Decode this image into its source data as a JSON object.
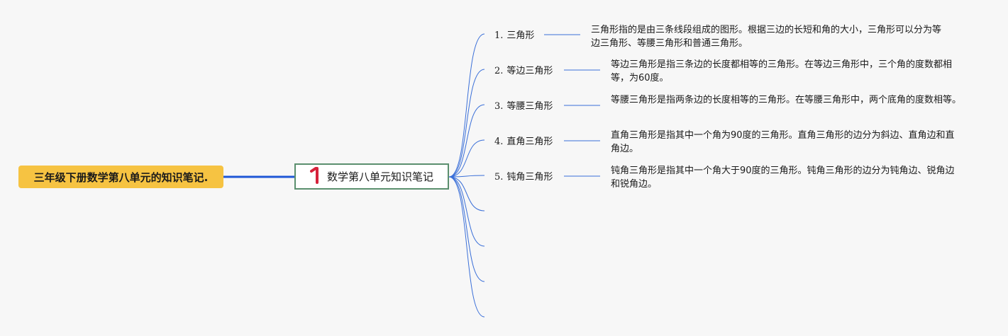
{
  "root": {
    "label": "三年级下册数学第八单元的知识笔记."
  },
  "main_topic": {
    "label": "数学第八单元知识笔记",
    "badge": "1"
  },
  "branches": [
    {
      "index": "1.",
      "label": "三角形",
      "description": "三角形指的是由三条线段组成的图形。根据三边的长短和角的大小，三角形可以分为等边三角形、等腰三角形和普通三角形。"
    },
    {
      "index": "2.",
      "label": "等边三角形",
      "description": "等边三角形是指三条边的长度都相等的三角形。在等边三角形中，三个角的度数都相等，为60度。"
    },
    {
      "index": "3.",
      "label": "等腰三角形",
      "description": "等腰三角形是指两条边的长度相等的三角形。在等腰三角形中，两个底角的度数相等。"
    },
    {
      "index": "4.",
      "label": "直角三角形",
      "description": "直角三角形是指其中一个角为90度的三角形。直角三角形的边分为斜边、直角边和直角边。"
    },
    {
      "index": "5.",
      "label": "钝角三角形",
      "description": "钝角三角形是指其中一个角大于90度的三角形。钝角三角形的边分为钝角边、锐角边和锐角边。"
    }
  ],
  "empty_branch_count": 4,
  "colors": {
    "root_fill": "#f6c342",
    "root_link": "#1f57d6",
    "main_border": "#5b8f6e",
    "branch_line": "#3a6fd8",
    "badge": "#d6223b",
    "background": "#f7f7f7"
  }
}
